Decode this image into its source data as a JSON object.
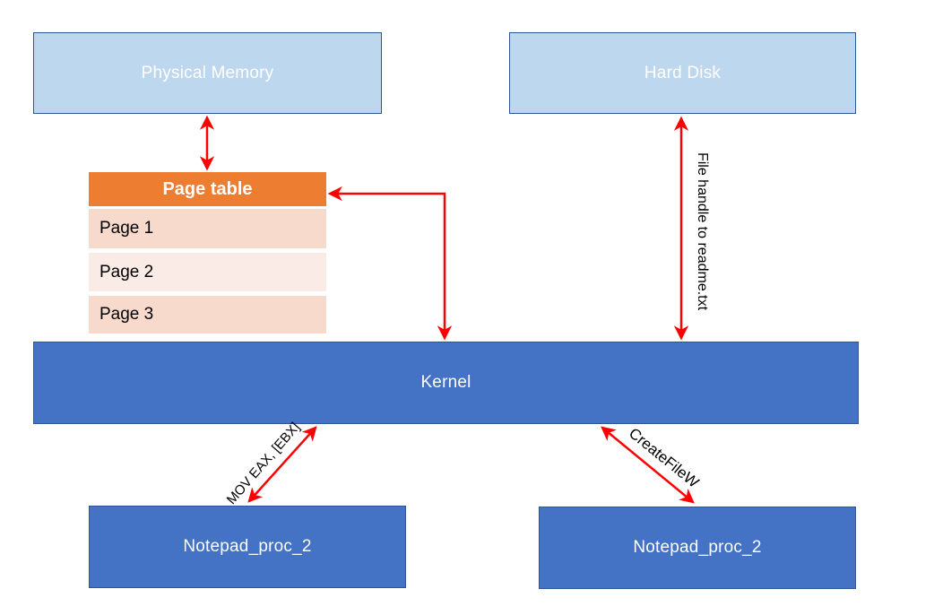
{
  "diagram": {
    "colors": {
      "box_light_blue": "#BDD7EE",
      "box_blue": "#4472C4",
      "box_border_navy": "#2F5597",
      "table_header_orange": "#ED7D31",
      "table_row_peach": "#F8DACC",
      "table_row_light": "#FBEBE6",
      "arrow_red": "#FF0000",
      "label_black": "#000000",
      "text_white": "#FFFFFF"
    },
    "nodes": {
      "physical_memory": {
        "label": "Physical Memory"
      },
      "hard_disk": {
        "label": "Hard Disk"
      },
      "kernel": {
        "label": "Kernel"
      },
      "notepad_left": {
        "label": "Notepad_proc_2"
      },
      "notepad_right": {
        "label": "Notepad_proc_2"
      },
      "page_table": {
        "header": "Page table",
        "rows": [
          "Page 1",
          "Page 2",
          "Page 3"
        ]
      }
    },
    "edge_labels": {
      "file_handle": "File handle to readme.txt",
      "mov": "MOV EAX, [EBX]",
      "createfile": "CreateFileW"
    }
  }
}
